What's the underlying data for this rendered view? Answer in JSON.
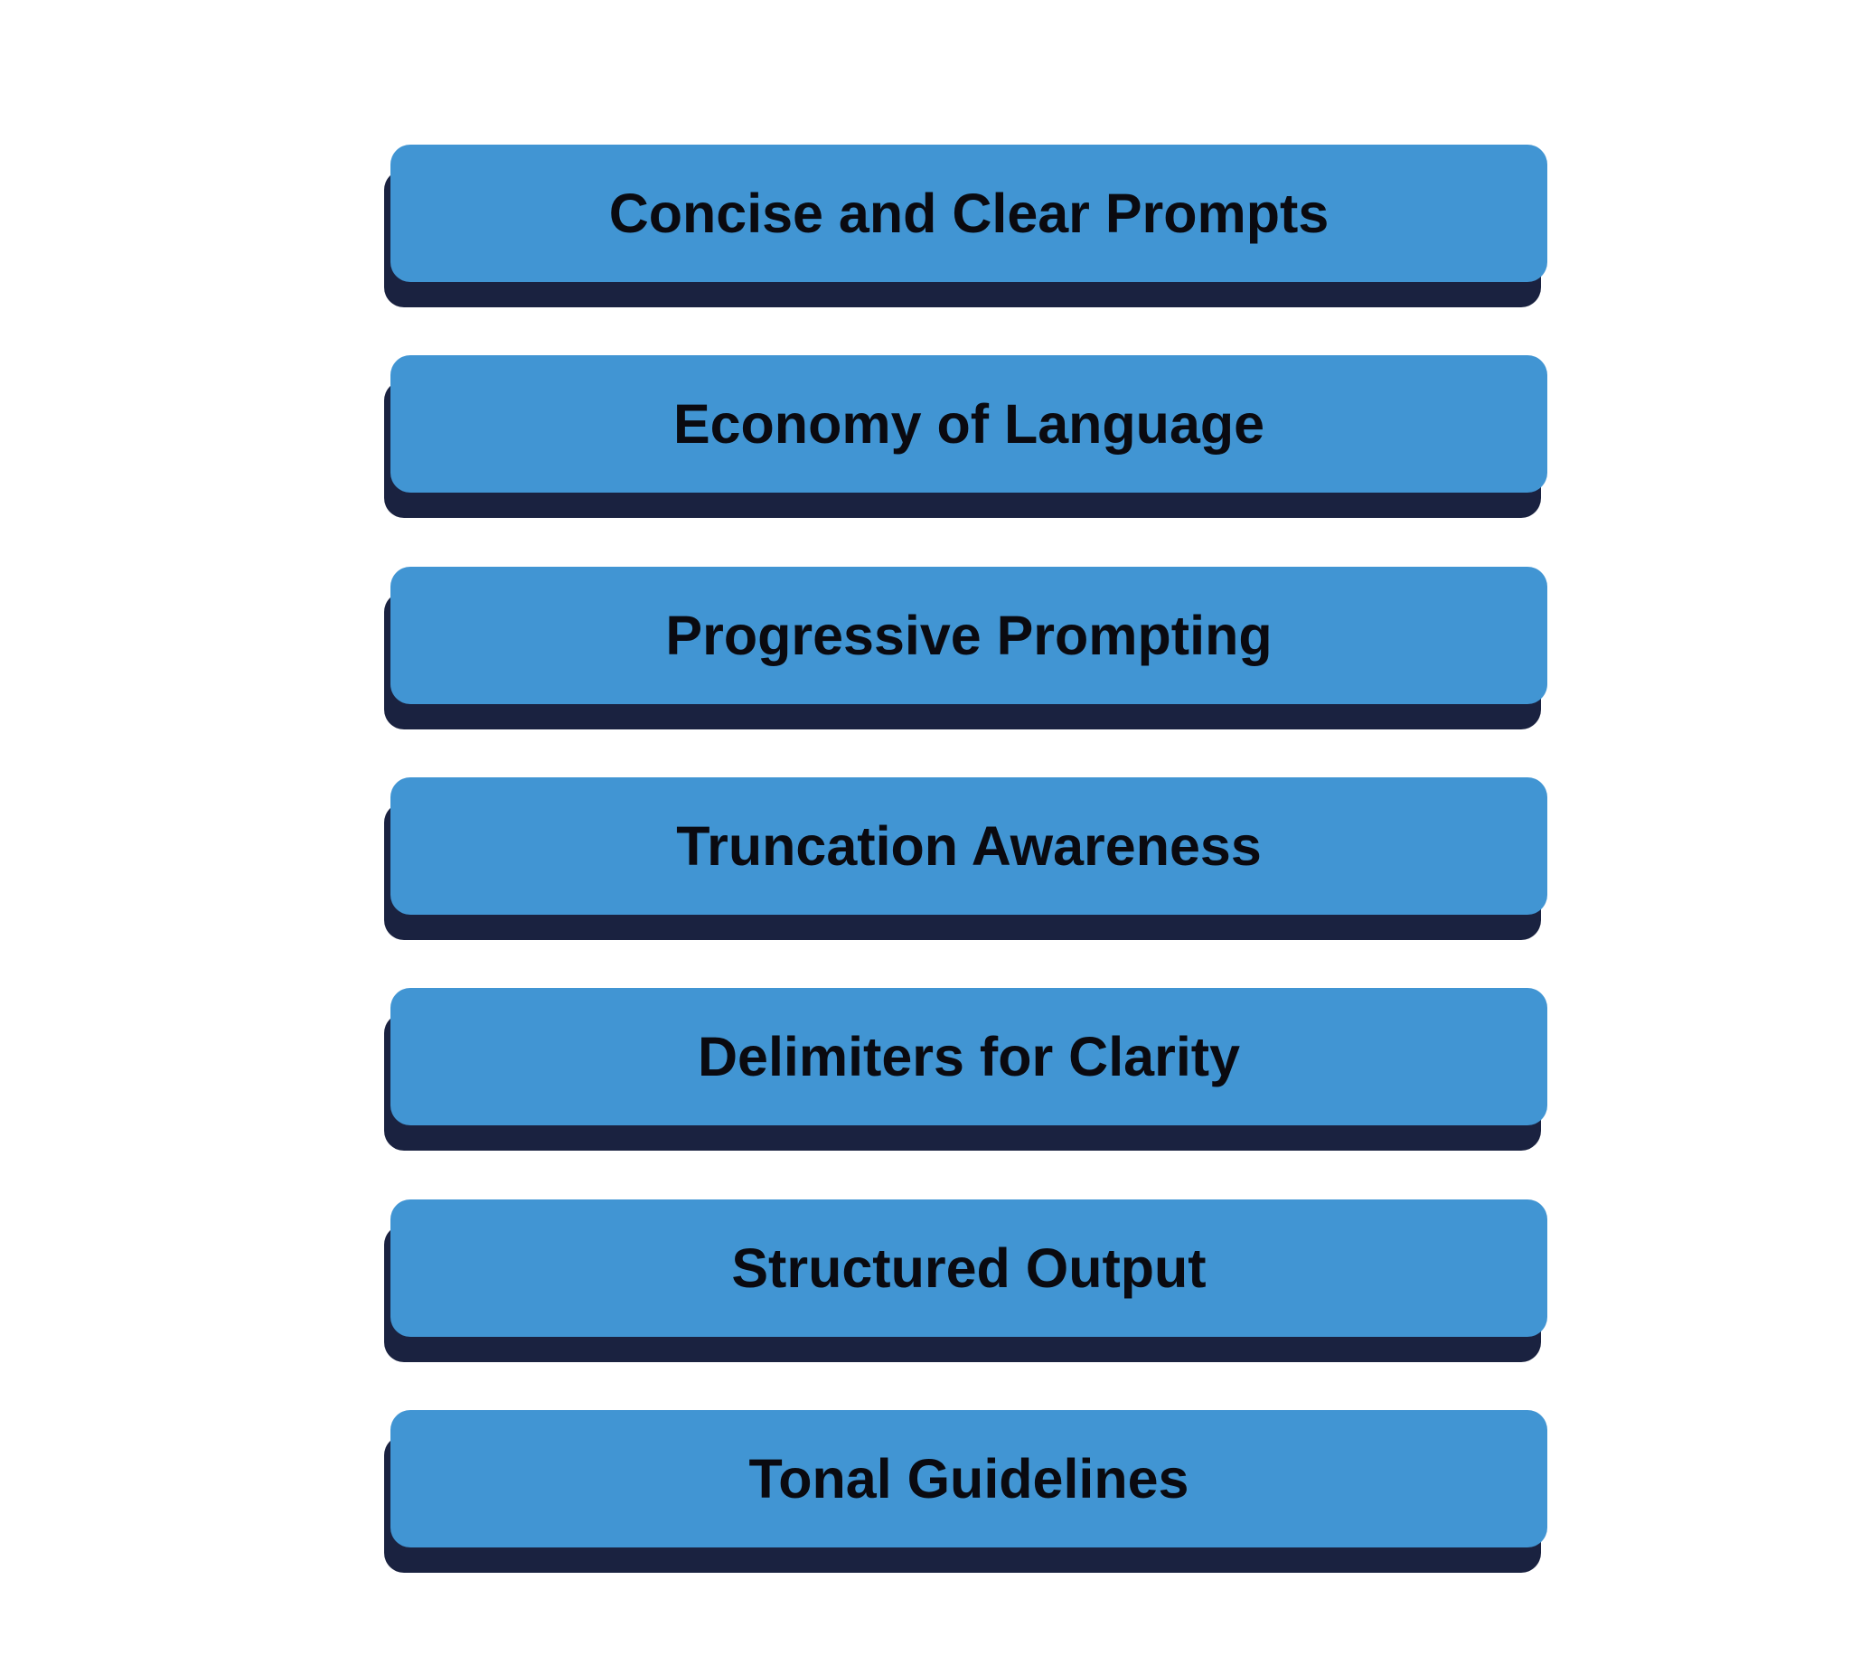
{
  "diagram": {
    "type": "stacked-label-boxes",
    "colors": {
      "box_fill": "#4195D3",
      "box_shadow": "#1A2240",
      "text": "#0a0a10",
      "background": "#ffffff"
    },
    "items": [
      {
        "label": "Concise and Clear Prompts"
      },
      {
        "label": "Economy of Language"
      },
      {
        "label": "Progressive Prompting"
      },
      {
        "label": "Truncation Awareness"
      },
      {
        "label": "Delimiters for Clarity"
      },
      {
        "label": "Structured Output"
      },
      {
        "label": "Tonal Guidelines"
      }
    ]
  }
}
